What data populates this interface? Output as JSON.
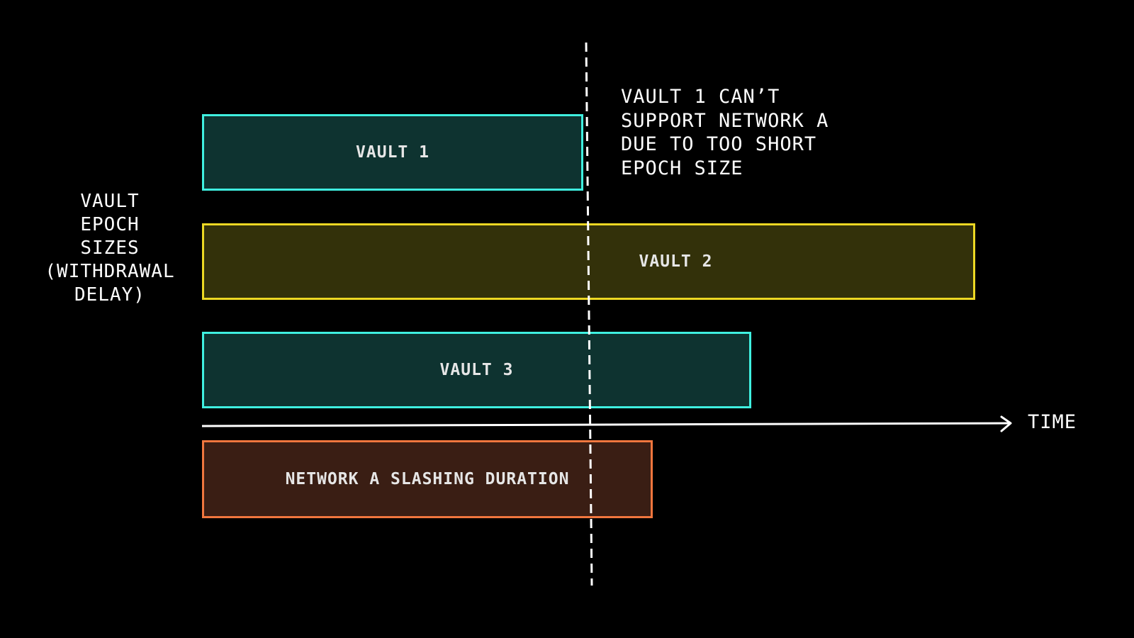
{
  "y_axis_label": [
    "VAULT",
    "EPOCH",
    "SIZES",
    "(WITHDRAWAL",
    "DELAY)"
  ],
  "bars": {
    "vault_1": "VAULT 1",
    "vault_2": "VAULT 2",
    "vault_3": "VAULT 3",
    "network_a": "NETWORK A SLASHING DURATION"
  },
  "note": [
    "VAULT 1 CAN’T",
    "SUPPORT NETWORK A",
    "DUE TO TOO SHORT",
    "EPOCH SIZE"
  ],
  "x_axis_label": "TIME",
  "colors": {
    "background": "#000000",
    "vault_1_border": "#3ff0e0",
    "vault_1_fill": "#0e3330",
    "vault_2_border": "#ecd823",
    "vault_2_fill": "#33310a",
    "vault_3_border": "#3ff0e0",
    "vault_3_fill": "#0e3330",
    "network_a_border": "#f0763e",
    "network_a_fill": "#3a1e14",
    "lines": "#ffffff"
  }
}
